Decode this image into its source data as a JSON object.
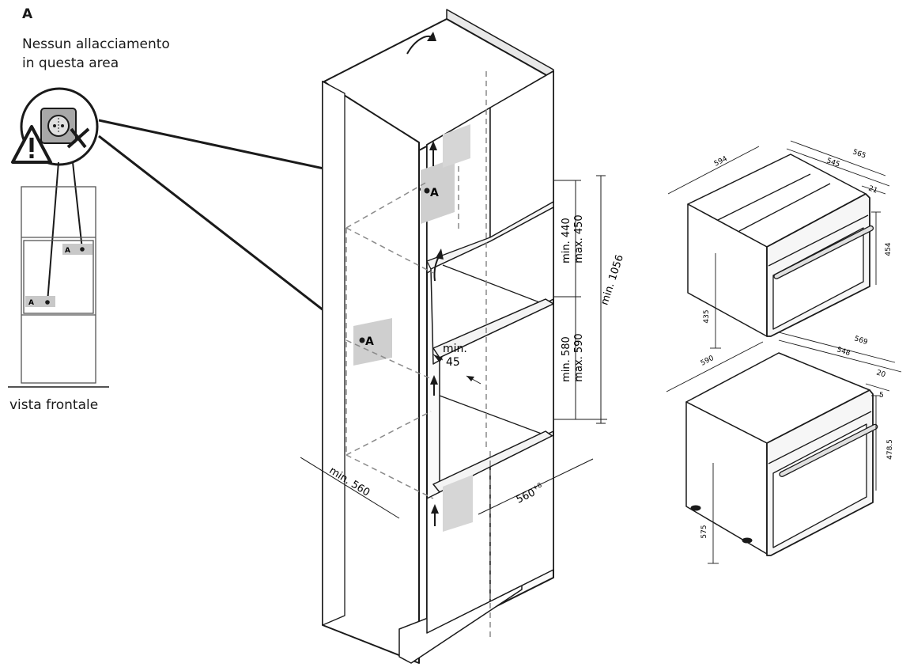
{
  "legend": {
    "letter": "A",
    "line1": "Nessun allacciamento",
    "line2": "in questa area"
  },
  "front_view": {
    "caption": "vista frontale",
    "marker_top": "A",
    "marker_bottom": "A"
  },
  "cabinet": {
    "marker_upper": "A",
    "marker_lower": "A",
    "dim_upper_niche_min": "min. 440",
    "dim_upper_niche_max": "max. 450",
    "dim_lower_niche_min": "min. 580",
    "dim_lower_niche_max": "max. 590",
    "dim_total": "min. 1056",
    "dim_gap_min": "min.",
    "dim_gap_value": "45",
    "dim_width": "min. 560",
    "dim_depth": "560",
    "dim_depth_sup": "+8"
  },
  "compact_oven": {
    "dim_width": "594",
    "dim_depth_total": "565",
    "dim_depth_body": "545",
    "dim_front": "21",
    "dim_height_front": "454",
    "dim_height_body": "435"
  },
  "full_oven": {
    "dim_width": "590",
    "dim_depth_total": "569",
    "dim_depth_body": "548",
    "dim_front": "20",
    "dim_top": "5",
    "dim_height_front": "478.5",
    "dim_height_body": "575"
  },
  "colors": {
    "line": "#1a1a1a",
    "dashed": "#8a8a8a",
    "shade": "#c8c8c8",
    "panel": "#f4f4f4"
  }
}
